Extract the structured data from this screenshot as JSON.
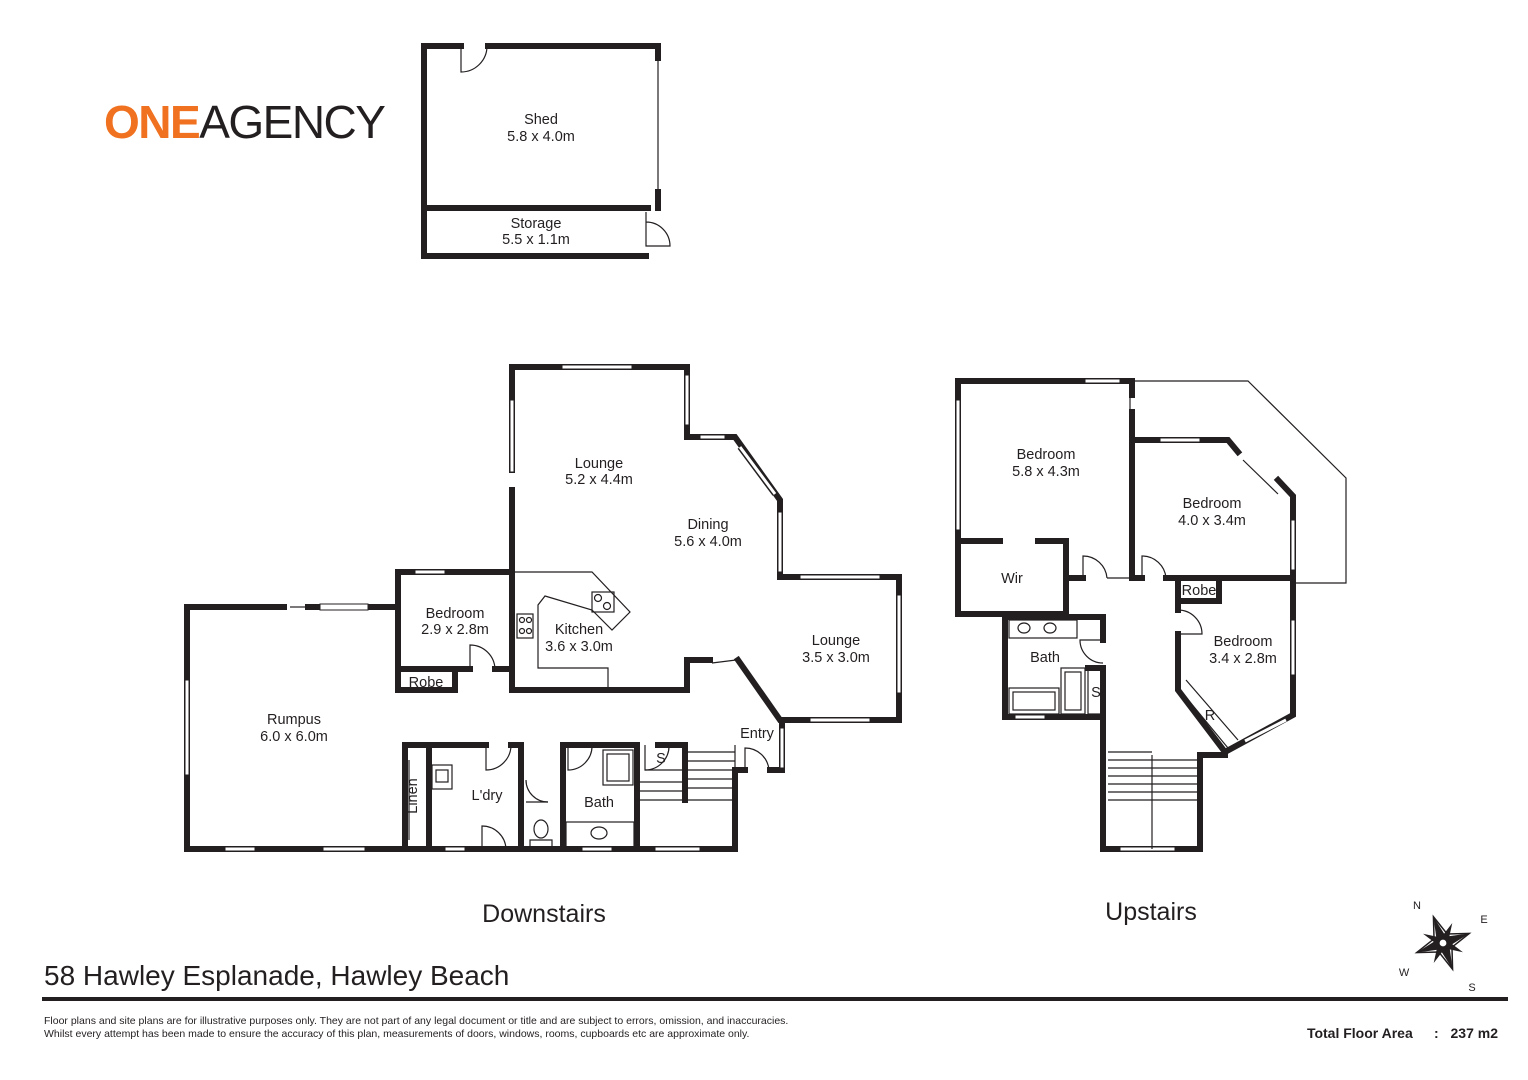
{
  "brand": {
    "one": "ONE",
    "agency": "AGENCY",
    "accent": "#f0711f",
    "ink": "#231f20"
  },
  "rooms": {
    "shed": {
      "name": "Shed",
      "size": "5.8 x 4.0m"
    },
    "storage": {
      "name": "Storage",
      "size": "5.5 x 1.1m"
    },
    "lounge1": {
      "name": "Lounge",
      "size": "5.2 x 4.4m"
    },
    "dining": {
      "name": "Dining",
      "size": "5.6 x 4.0m"
    },
    "bedroom_down": {
      "name": "Bedroom",
      "size": "2.9 x 2.8m"
    },
    "kitchen": {
      "name": "Kitchen",
      "size": "3.6 x 3.0m"
    },
    "lounge2": {
      "name": "Lounge",
      "size": "3.5 x 3.0m"
    },
    "rumpus": {
      "name": "Rumpus",
      "size": "6.0 x 6.0m"
    },
    "robe_down": {
      "name": "Robe"
    },
    "entry": {
      "name": "Entry"
    },
    "linen": {
      "name": "Linen"
    },
    "laundry": {
      "name": "L'dry"
    },
    "bath_down": {
      "name": "Bath"
    },
    "s_down": {
      "name": "S"
    },
    "bedroom_up1": {
      "name": "Bedroom",
      "size": "5.8 x 4.3m"
    },
    "bedroom_up2": {
      "name": "Bedroom",
      "size": "4.0 x 3.4m"
    },
    "bedroom_up3": {
      "name": "Bedroom",
      "size": "3.4 x 2.8m"
    },
    "wir": {
      "name": "Wir"
    },
    "robe_up": {
      "name": "Robe"
    },
    "bath_up": {
      "name": "Bath"
    },
    "s_up": {
      "name": "S"
    },
    "r_up": {
      "name": "R"
    }
  },
  "floors": {
    "downstairs": "Downstairs",
    "upstairs": "Upstairs"
  },
  "compass": {
    "n": "N",
    "e": "E",
    "s": "S",
    "w": "W"
  },
  "footer": {
    "address": "58 Hawley Esplanade, Hawley Beach",
    "disclaimer_line1": "Floor plans and site plans are for illustrative purposes only. They are not part of any legal document or title and are subject to errors, omission, and inaccuracies.",
    "disclaimer_line2": "Whilst every attempt has been made to ensure the accuracy of this plan, measurements of doors, windows, rooms, cupboards etc are approximate only.",
    "total_label": "Total Floor Area",
    "total_sep": ":",
    "total_value": "237 m2"
  }
}
